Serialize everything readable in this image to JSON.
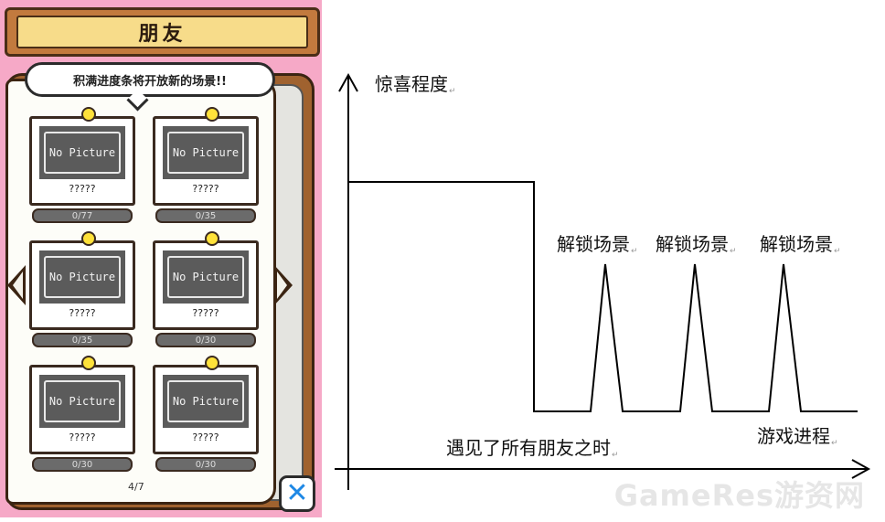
{
  "game": {
    "title": "朋友",
    "hint": "积满进度条将开放新的场景!!",
    "page_indicator": "4/7",
    "cards": [
      {
        "photo": "No Picture",
        "name": "?????",
        "progress": "0/77"
      },
      {
        "photo": "No Picture",
        "name": "?????",
        "progress": "0/35"
      },
      {
        "photo": "No Picture",
        "name": "?????",
        "progress": "0/35"
      },
      {
        "photo": "No Picture",
        "name": "?????",
        "progress": "0/30"
      },
      {
        "photo": "No Picture",
        "name": "?????",
        "progress": "0/30"
      },
      {
        "photo": "No Picture",
        "name": "?????",
        "progress": "0/30"
      }
    ],
    "icons": {
      "prev": "triangle-left-icon",
      "next": "triangle-right-icon",
      "close": "close-x-icon"
    },
    "colors": {
      "background": "#f6a9c7",
      "title_fill": "#f7dc8a",
      "book": "#a0622f",
      "close": "#1e88e5",
      "pin": "#ffe23a"
    }
  },
  "diagram": {
    "y_axis_label": "惊喜程度",
    "x_axis_label": "游戏进程",
    "annotation": "遇见了所有朋友之时",
    "peak_labels": [
      "解锁场景",
      "解锁场景",
      "解锁场景"
    ],
    "watermark": "GameRes游资网"
  }
}
